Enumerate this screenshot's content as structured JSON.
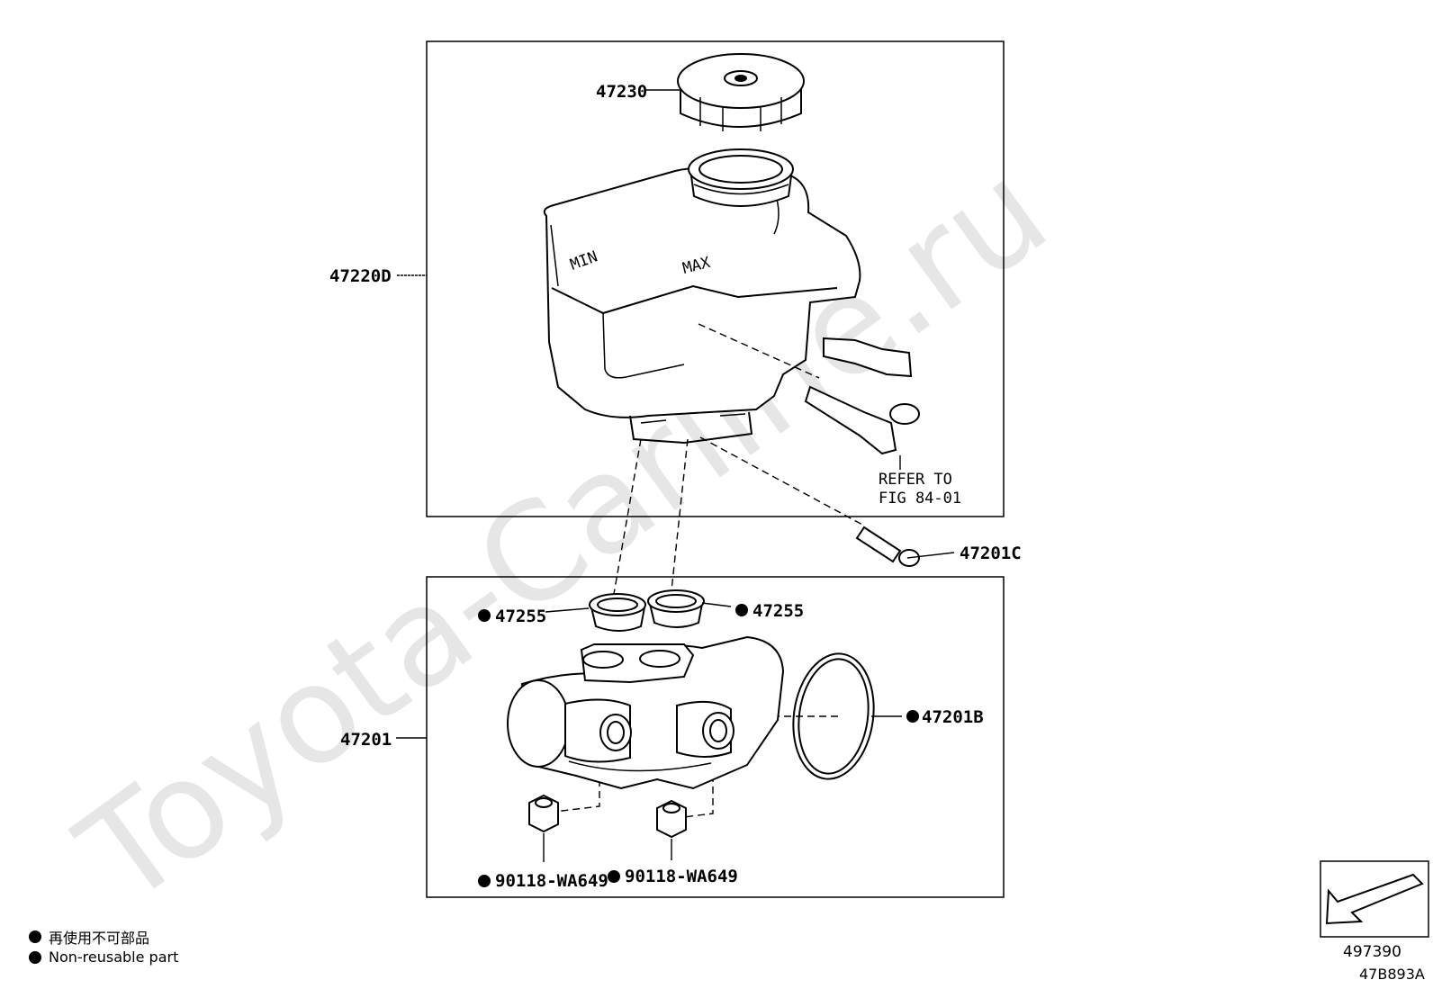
{
  "watermark": "Toyota-Carline.ru",
  "labels": {
    "cap": "47230",
    "reservoir": "47220D",
    "bolt": "47201C",
    "grommet_left": "47255",
    "grommet_right": "47255",
    "cylinder": "47201",
    "oring": "47201B",
    "nut_left": "90118-WA649",
    "nut_right": "90118-WA649"
  },
  "refer": {
    "line1": "REFER TO",
    "line2": "FIG 84-01"
  },
  "reservoir_marks": {
    "min": "MIN",
    "max": "MAX"
  },
  "legend": {
    "jp": "再使用不可部品",
    "en": "Non-reusable part"
  },
  "corner": {
    "ref_number": "497390",
    "drawing_code": "47B893A"
  }
}
